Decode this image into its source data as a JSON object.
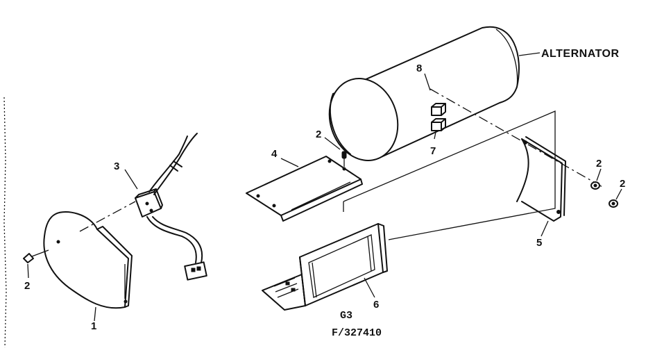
{
  "diagram": {
    "labels": {
      "alternator": "ALTERNATOR",
      "part_1": "1",
      "part_2_left": "2",
      "part_2_top": "2",
      "part_2_right_a": "2",
      "part_2_right_b": "2",
      "part_3": "3",
      "part_4": "4",
      "part_5": "5",
      "part_6": "6",
      "part_7": "7",
      "part_8": "8"
    },
    "figure_code": "G3",
    "figure_ref": "F/327410"
  }
}
